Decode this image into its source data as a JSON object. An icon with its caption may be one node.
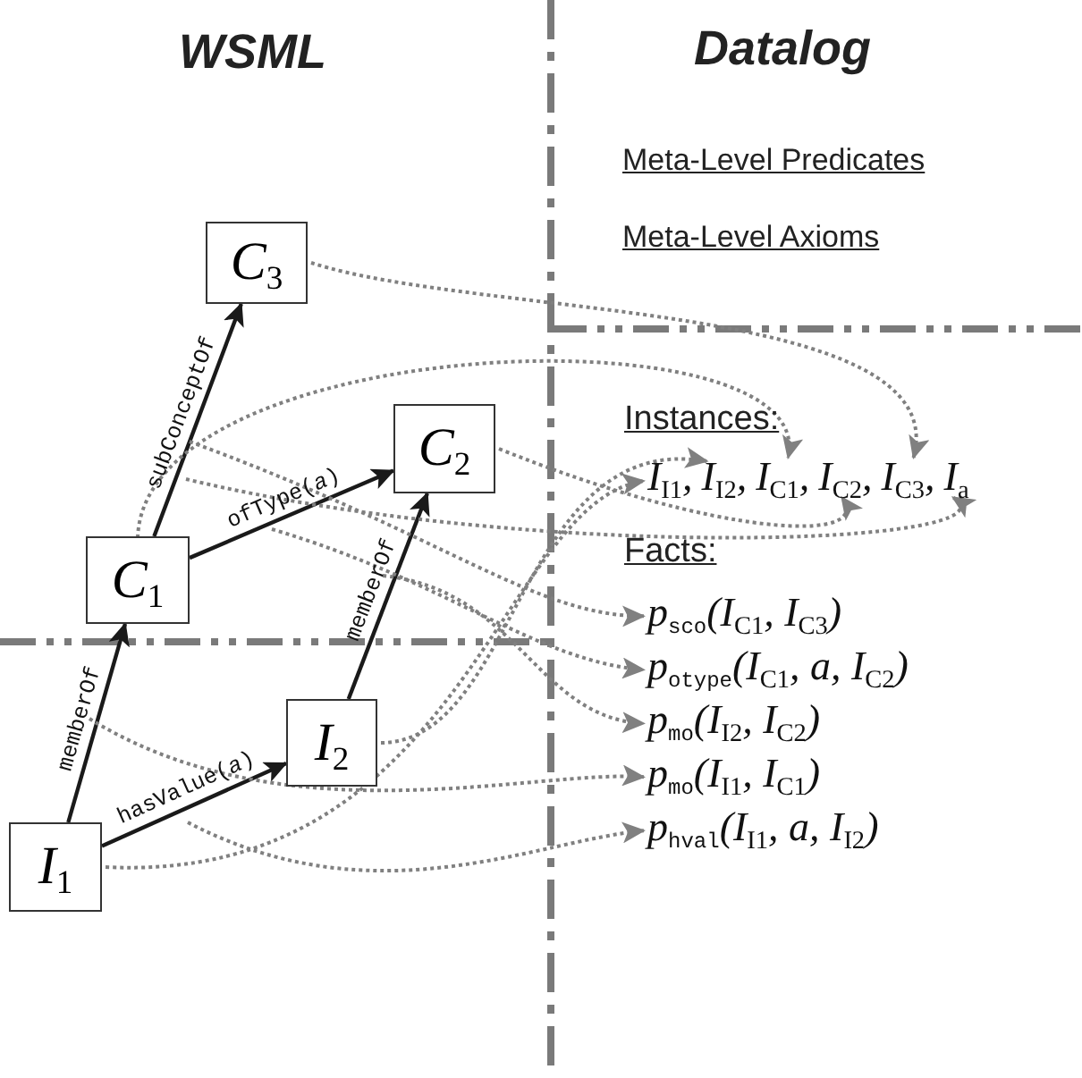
{
  "diagram": {
    "nodes": [
      {
        "text": [
          "C$_{3}$"
        ]
      },
      {
        "text": [
          "C$_{2}$"
        ]
      },
      {
        "text": [
          "C$_{1}$"
        ]
      },
      {
        "text": [
          "I$_{2}$"
        ]
      },
      {
        "text": [
          "I$_{1}$"
        ]
      },
      {
        "text": [
          "I$_{I1}$,"
        ]
      },
      {
        "text": [
          "I$_{I2}$,"
        ]
      },
      {
        "text": [
          "I$_{C1}$,"
        ]
      },
      {
        "text": [
          "I$_{C2}$,"
        ]
      },
      {
        "text": [
          "I$_{C3}$,"
        ]
      },
      {
        "text": [
          "I$_{a}$"
        ]
      },
      {
        "text": [
          "p$_{sco}$(I$_{C1}$, I$_{C3}$)"
        ]
      },
      {
        "text": [
          "p$_{otype}$(I$_{C1}$, a, I$_{C2}$)"
        ]
      },
      {
        "text": [
          "p$_{mo}$(I$_{I2}$, I$_{C2}$)"
        ]
      },
      {
        "text": [
          "p$_{mo}$(I$_{I1}$, I$_{C1}$)"
        ]
      },
      {
        "text": [
          "p$_{hval}$(I$_{I1}$, a, I$_{I2}$)"
        ]
      }
    ],
    "edges": [
      {
        "from": 2,
        "to": 0,
        "arrow": "to",
        "label": "subConceptOf",
        "color": "#1a1a1a"
      },
      {
        "from": 2,
        "to": 1,
        "arrow": "to",
        "label": "ofType(*a*)",
        "color": "#1a1a1a"
      },
      {
        "from": 3,
        "to": 1,
        "arrow": "to",
        "label": "memberOf",
        "color": "#1a1a1a"
      },
      {
        "from": 4,
        "to": 2,
        "arrow": "to",
        "label": "memberOf",
        "color": "#1a1a1a"
      },
      {
        "from": 4,
        "to": 3,
        "arrow": "to",
        "label": "hasValue(*a*)",
        "color": "#1a1a1a"
      },
      {
        "from": 0,
        "to": 9,
        "arrow": "to",
        "style": "dashed",
        "color": "#808080"
      },
      {
        "from": 2,
        "to": 7,
        "arrow": "to",
        "style": "dashed",
        "color": "#808080"
      },
      {
        "from": 1,
        "to": 8,
        "arrow": "to",
        "style": "dashed",
        "color": "#808080"
      },
      {
        "from": null,
        "to": 10,
        "arrow": "to",
        "style": "dashed",
        "color": "#808080"
      },
      {
        "from": 3,
        "to": 6,
        "arrow": "to",
        "style": "dashed",
        "color": "#808080"
      },
      {
        "from": 4,
        "to": 5,
        "arrow": "to",
        "style": "dashed",
        "color": "#808080"
      },
      {
        "from": null,
        "to": 11,
        "arrow": "to",
        "style": "dashed",
        "color": "#808080"
      },
      {
        "from": null,
        "to": 12,
        "arrow": "to",
        "style": "dashed",
        "color": "#808080"
      },
      {
        "from": null,
        "to": 13,
        "arrow": "to",
        "style": "dashed",
        "color": "#808080"
      },
      {
        "from": null,
        "to": 14,
        "arrow": "to",
        "style": "dashed",
        "color": "#808080"
      },
      {
        "from": null,
        "to": 15,
        "arrow": "to",
        "style": "dashed",
        "color": "#808080"
      }
    ],
    "labels": [
      "WSML",
      "Datalog",
      "Meta-Level Predicates",
      "Meta-Level Axioms",
      "Instances:",
      "Facts:"
    ]
  }
}
